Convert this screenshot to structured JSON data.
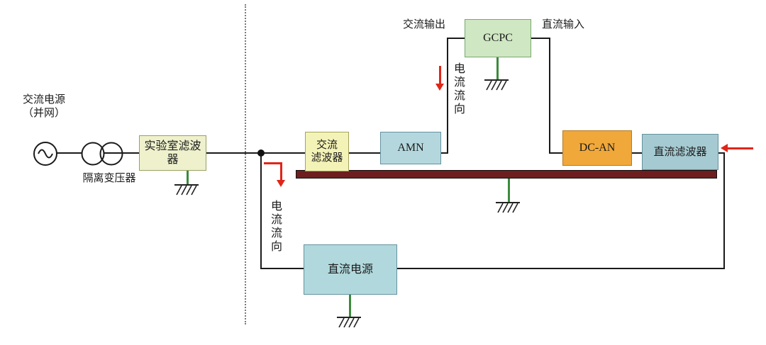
{
  "diagram": {
    "blocks": {
      "lab_filter": "实验室滤波器",
      "ac_filter": "交流\n滤波器",
      "amn": "AMN",
      "gcpc": "GCPC",
      "dc_an": "DC-AN",
      "dc_filter": "直流滤波器",
      "dc_source": "直流电源"
    },
    "labels": {
      "ac_source": "交流电源\n（并网）",
      "isolation_transformer": "隔离变压器",
      "ac_output": "交流输出",
      "dc_input": "直流输入",
      "current_flow_top": "电流流向",
      "current_flow_left": "电流流向"
    },
    "colors": {
      "lab_filter_fill": "#eef1cc",
      "ac_filter_fill": "#f4f3b7",
      "amn_fill": "#b4d7de",
      "gcpc_fill": "#cfe7c3",
      "dc_an_fill": "#f1a83a",
      "dc_filter_fill": "#a5cad1",
      "dc_source_fill": "#b1d9dd",
      "ground_plane_fill": "#6e1e1e",
      "ground_stem": "#3c8a3c",
      "arrow_red": "#e02519",
      "wire": "#1a1a1a"
    }
  }
}
